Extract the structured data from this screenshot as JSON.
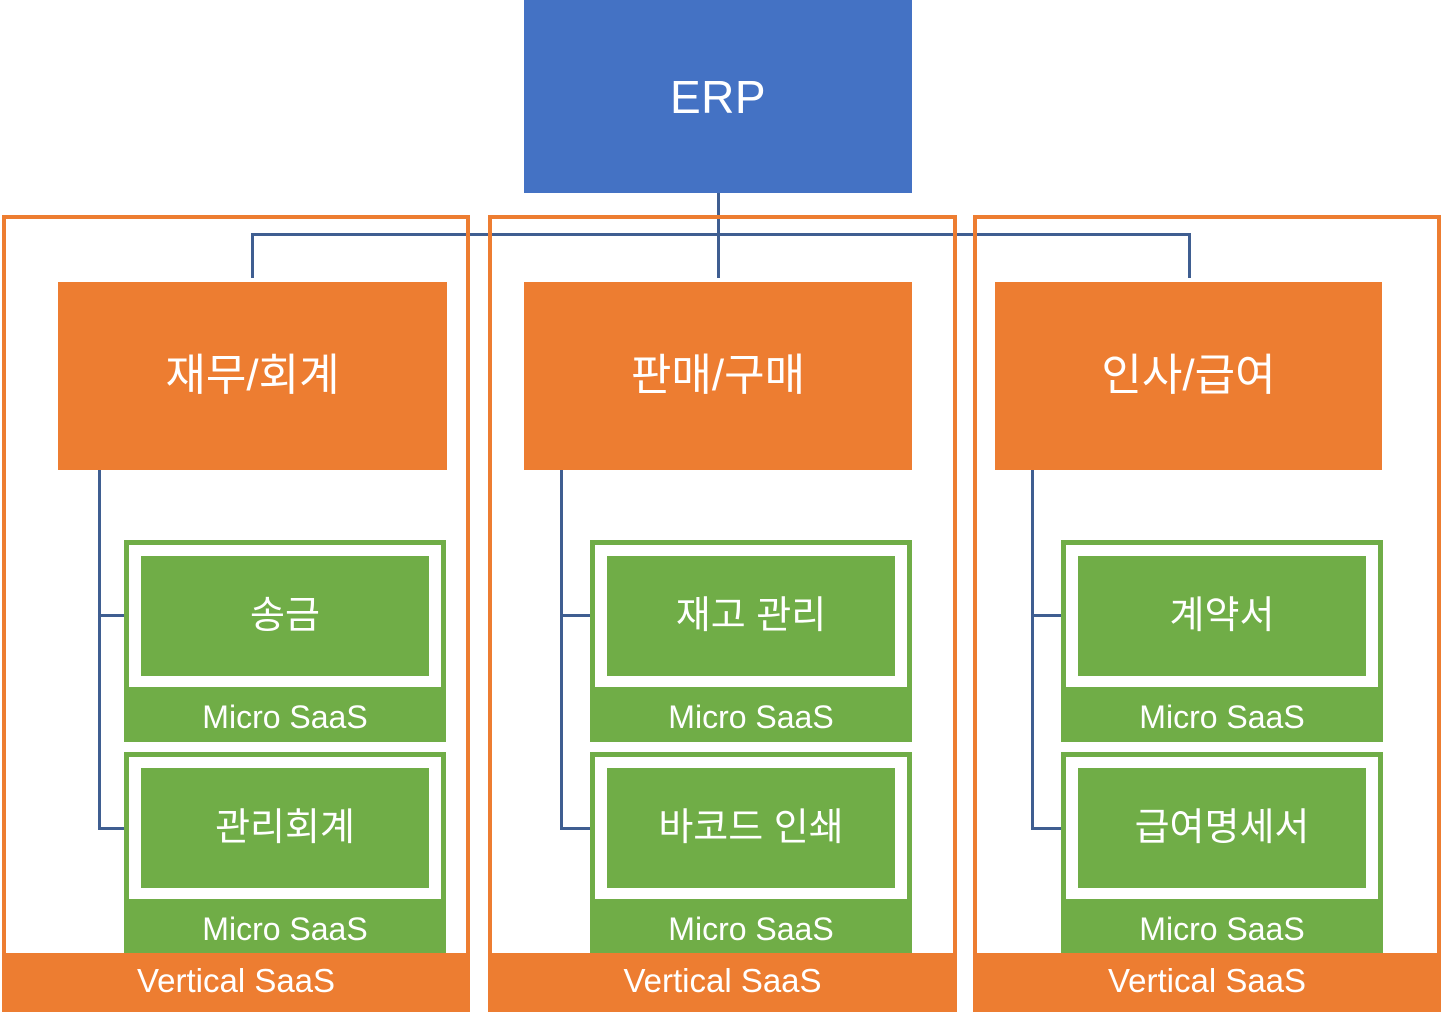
{
  "diagram": {
    "root": {
      "label": "ERP",
      "color": "#4472C4"
    },
    "connector_color": "#3F5E91",
    "vertical_saas_label": "Vertical SaaS",
    "micro_saas_label": "Micro SaaS",
    "module_color": "#ED7D31",
    "micro_color": "#70AD47",
    "columns": [
      {
        "module": "재무/회계",
        "footer": "Vertical SaaS",
        "micro": [
          {
            "title": "송금",
            "tier": "Micro SaaS"
          },
          {
            "title": "관리회계",
            "tier": "Micro SaaS"
          }
        ]
      },
      {
        "module": "판매/구매",
        "footer": "Vertical SaaS",
        "micro": [
          {
            "title": "재고 관리",
            "tier": "Micro SaaS"
          },
          {
            "title": "바코드 인쇄",
            "tier": "Micro SaaS"
          }
        ]
      },
      {
        "module": "인사/급여",
        "footer": "Vertical SaaS",
        "micro": [
          {
            "title": "계약서",
            "tier": "Micro SaaS"
          },
          {
            "title": "급여명세서",
            "tier": "Micro SaaS"
          }
        ]
      }
    ]
  }
}
